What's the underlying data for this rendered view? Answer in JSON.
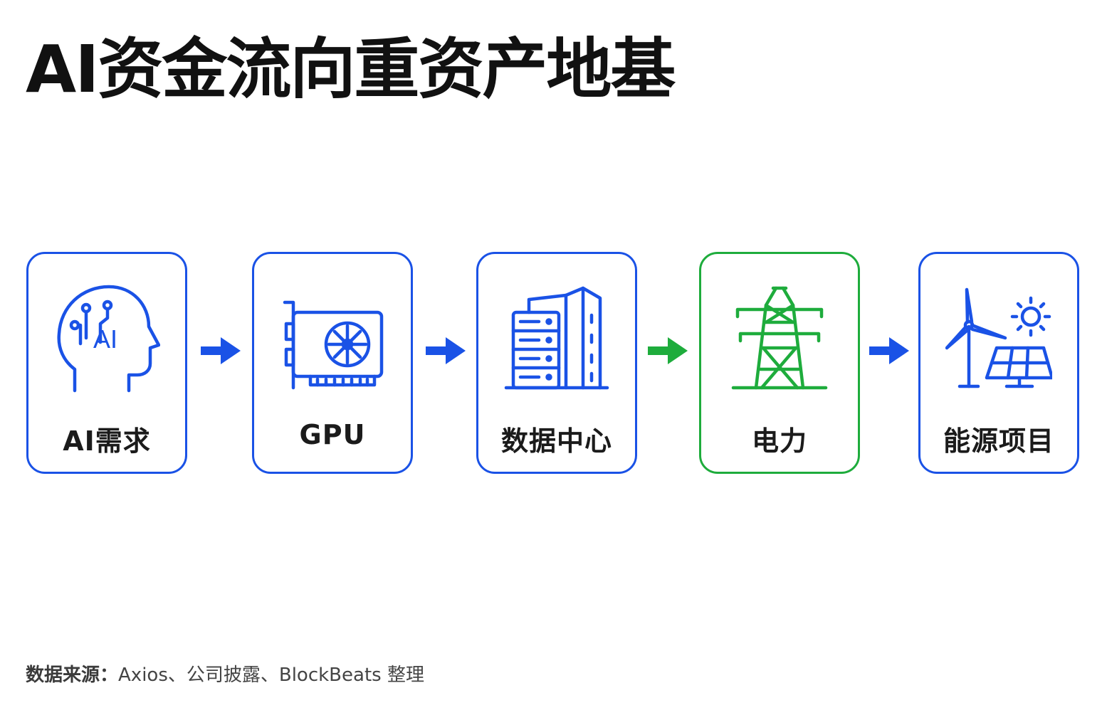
{
  "title": "AI资金流向重资产地基",
  "steps": [
    {
      "label": "AI需求",
      "icon": "ai-head-icon",
      "color": "#1a52e6"
    },
    {
      "label": "GPU",
      "icon": "gpu-card-icon",
      "color": "#1a52e6"
    },
    {
      "label": "数据中心",
      "icon": "data-center-icon",
      "color": "#1a52e6"
    },
    {
      "label": "电力",
      "icon": "power-tower-icon",
      "color": "#1eac3c"
    },
    {
      "label": "能源项目",
      "icon": "wind-solar-icon",
      "color": "#1a52e6"
    }
  ],
  "arrows": [
    {
      "icon": "arrow-right-icon",
      "color": "#1a52e6"
    },
    {
      "icon": "arrow-right-icon",
      "color": "#1a52e6"
    },
    {
      "icon": "arrow-right-icon",
      "color": "#1eac3c"
    },
    {
      "icon": "arrow-right-icon",
      "color": "#1a52e6"
    }
  ],
  "source": {
    "label": "数据来源：",
    "text": "Axios、公司披露、BlockBeats 整理"
  }
}
